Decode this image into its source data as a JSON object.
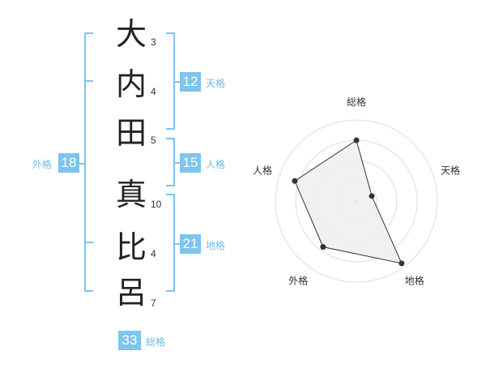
{
  "colors": {
    "accent": "#7dc4ef",
    "accent_text": "#6fbbe8",
    "text": "#222222",
    "radar_fill": "#eeeeee",
    "radar_grid": "#dddddd",
    "radar_line": "#333333"
  },
  "name": {
    "characters": [
      {
        "char": "大",
        "strokes": "3"
      },
      {
        "char": "内",
        "strokes": "4"
      },
      {
        "char": "田",
        "strokes": "5"
      },
      {
        "char": "真",
        "strokes": "10"
      },
      {
        "char": "比",
        "strokes": "4"
      },
      {
        "char": "呂",
        "strokes": "7"
      }
    ]
  },
  "kakusu": {
    "tenkaku": {
      "value": "12",
      "label": "天格"
    },
    "jinkaku": {
      "value": "15",
      "label": "人格"
    },
    "chikaku": {
      "value": "21",
      "label": "地格"
    },
    "gaikaku": {
      "value": "18",
      "label": "外格"
    },
    "soukaku": {
      "value": "33",
      "label": "総格"
    }
  },
  "chart_data": {
    "type": "radar",
    "axes": [
      "総格",
      "天格",
      "地格",
      "外格",
      "人格"
    ],
    "values": [
      0.75,
      0.2,
      0.95,
      0.7,
      0.8
    ],
    "max": 1,
    "rings": 4
  }
}
